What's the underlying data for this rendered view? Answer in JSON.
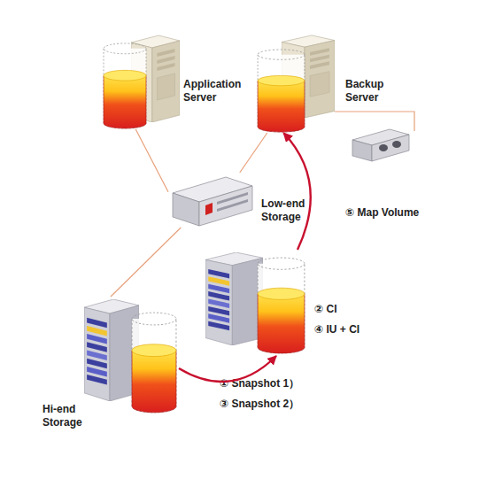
{
  "diagram": {
    "nodes": [
      {
        "text": [
          "Application Server"
        ]
      },
      {
        "text": [
          "Backup Server"
        ]
      },
      {
        "text": [
          "Low-end Storage"
        ]
      },
      {
        "text": [
          "② CI",
          "④ IU + CI"
        ]
      },
      {
        "text": [
          "Hi-end Storage"
        ]
      }
    ],
    "edges": [
      {
        "from": 0,
        "to": 2,
        "arrow": "none"
      },
      {
        "from": 1,
        "to": 2,
        "arrow": "none"
      },
      {
        "from": 2,
        "to": 4,
        "arrow": "none"
      },
      {
        "from": 4,
        "to": 3,
        "arrow": "to"
      },
      {
        "from": 3,
        "to": 1,
        "label": "⑤ Map Volume",
        "arrow": "to"
      }
    ],
    "labels": [
      "① Snapshot 1）",
      "③ Snapshot 2）"
    ]
  }
}
